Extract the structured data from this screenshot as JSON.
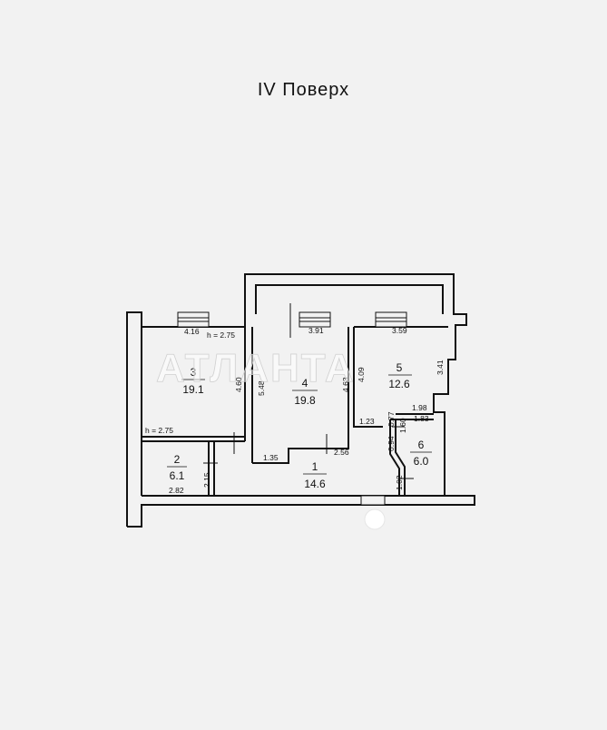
{
  "title": "IV  Поверх",
  "watermark": "АТЛАНТА",
  "rooms": [
    {
      "number": "1",
      "area": "14.6"
    },
    {
      "number": "2",
      "area": "6.1"
    },
    {
      "number": "3",
      "area": "19.1"
    },
    {
      "number": "4",
      "area": "19.8"
    },
    {
      "number": "5",
      "area": "12.6"
    },
    {
      "number": "6",
      "area": "6.0"
    }
  ],
  "heights": [
    "h = 2.75",
    "h = 2.75"
  ],
  "dimensions": {
    "d416": "4.16",
    "d391": "3.91",
    "d359": "3.59",
    "d460": "4.60",
    "d548": "5.48",
    "d463": "4.63",
    "d409": "4.09",
    "d341": "3.41",
    "d198": "1.98",
    "d183": "1.83",
    "d123": "1.23",
    "d077": "0.77",
    "d160": "1.60",
    "d094": "0.94",
    "d102": "1.02",
    "d256": "2.56",
    "d135": "1.35",
    "d215": "2.15",
    "d282": "2.82"
  }
}
